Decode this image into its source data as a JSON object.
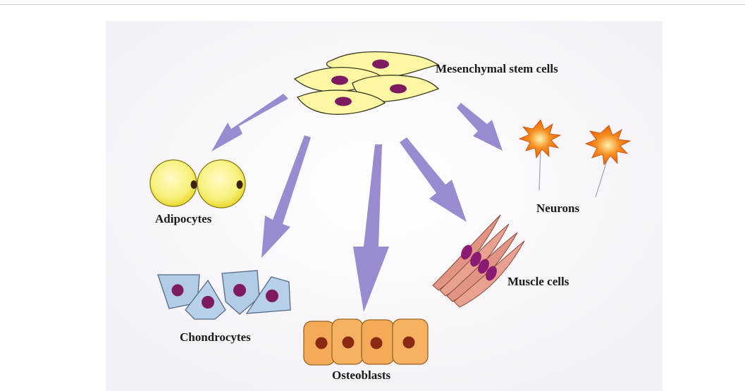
{
  "labels": {
    "stem": "Mesenchymal stem cells",
    "adipocytes": "Adipocytes",
    "neurons": "Neurons",
    "muscle": "Muscle cells",
    "chondrocytes": "Chondrocytes",
    "osteoblasts": "Osteoblasts"
  },
  "colors": {
    "arrow": "#9a8bd0",
    "stem_cell": "#fdf6a3",
    "nucleus": "#7d1a62",
    "adipocyte": "#f5ec4a",
    "neuron": "#f07a10",
    "muscle": "#e29484",
    "chondrocyte": "#b2cbe6",
    "osteoblast": "#f4aa58"
  }
}
